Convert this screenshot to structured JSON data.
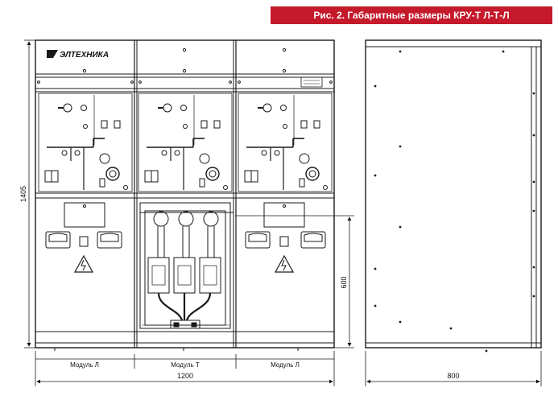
{
  "figure": {
    "caption": "Рис. 2. Габаритные размеры КРУ-Т  Л-Т-Л",
    "brand_logo": "ЭЛТЕХНИКА"
  },
  "front_view": {
    "modules": [
      {
        "label": "Модуль Л"
      },
      {
        "label": "Модуль Т"
      },
      {
        "label": "Модуль Л"
      }
    ],
    "dimensions": {
      "height": "1405",
      "width": "1200",
      "lower_height": "600"
    }
  },
  "side_view": {
    "dimensions": {
      "depth": "800"
    }
  },
  "colors": {
    "banner": "#c41a2b",
    "line": "#1a1a1a"
  }
}
